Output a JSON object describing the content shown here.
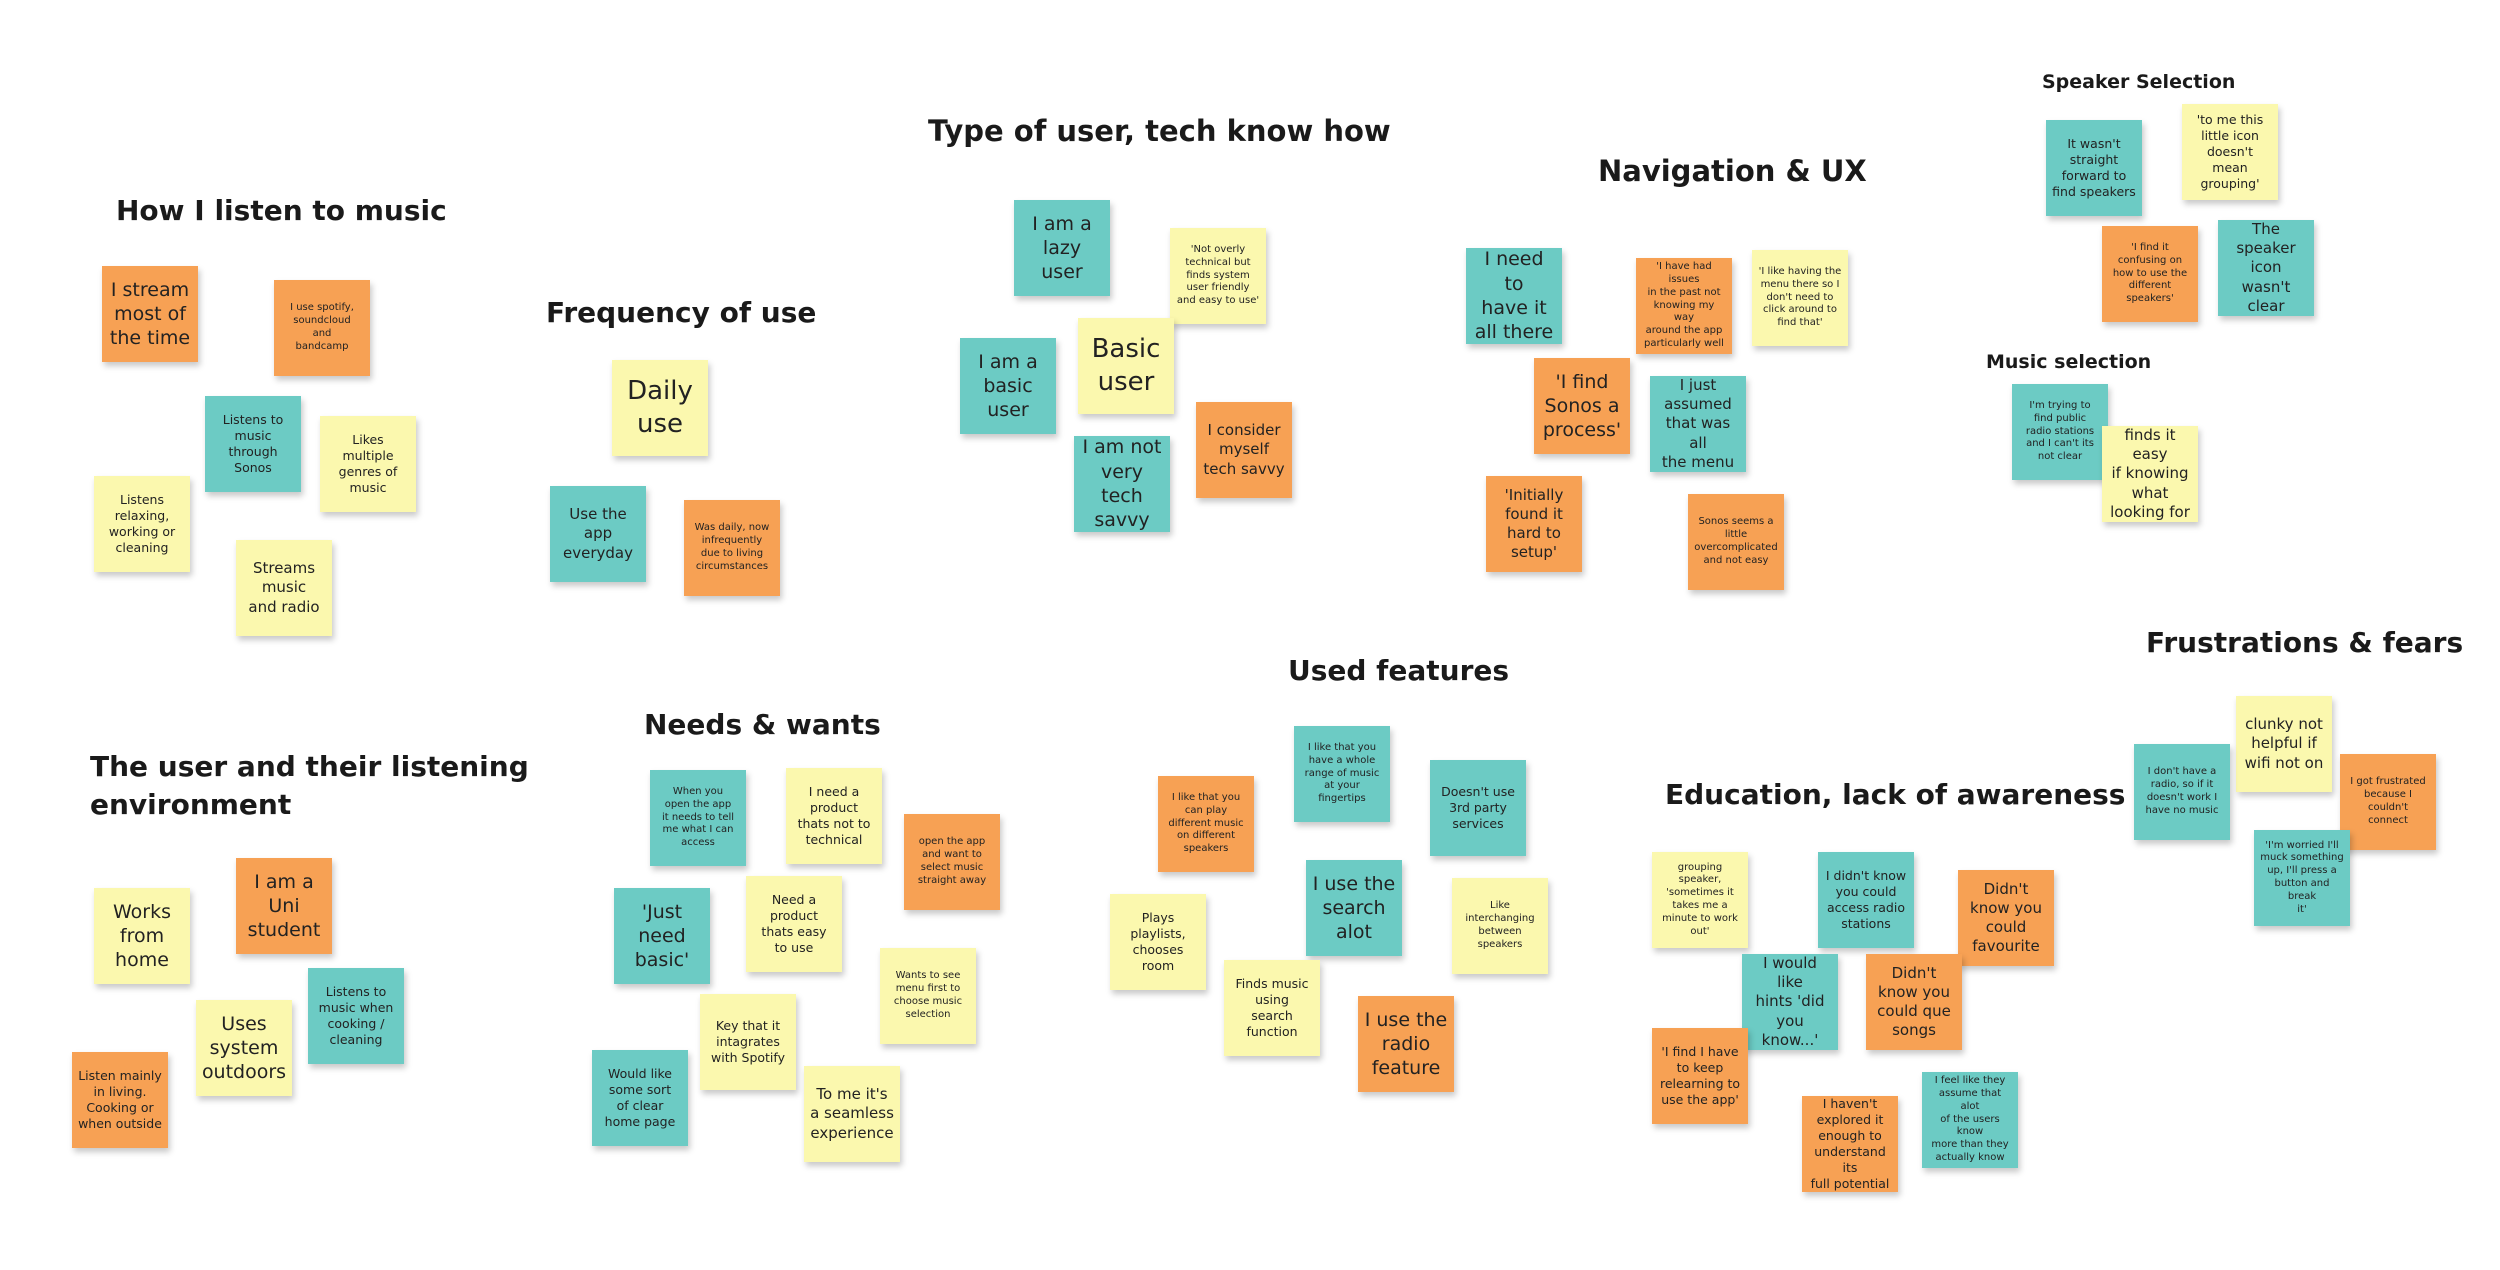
{
  "colors": {
    "orange": "#f7a154",
    "teal": "#6ccbc4",
    "yellow": "#fbf8ae"
  },
  "headings": {
    "how_i_listen": "How I listen to music",
    "frequency": "Frequency of use",
    "type_of_user": "Type of user, tech know how",
    "navigation": "Navigation & UX",
    "speaker_selection": "Speaker Selection",
    "music_selection": "Music selection",
    "user_environment": "The user and their listening\nenvironment",
    "needs_wants": "Needs & wants",
    "used_features": "Used features",
    "education": "Education, lack of awareness",
    "frustrations": "Frustrations & fears"
  },
  "notes": {
    "listen_1": "I stream\nmost of\nthe time",
    "listen_2": "I use spotify,\nsoundcloud\nand\nbandcamp",
    "listen_3": "Listens to\nmusic\nthrough\nSonos",
    "listen_4": "Likes\nmultiple\ngenres of\nmusic",
    "listen_5": "Listens\nrelaxing,\nworking or\ncleaning",
    "listen_6": "Streams\nmusic\nand radio",
    "freq_1": "Daily\nuse",
    "freq_2": "Use the\napp\neveryday",
    "freq_3": "Was daily, now\ninfrequently\ndue to living\ncircumstances",
    "type_1": "I am a\nlazy\nuser",
    "type_2": "'Not overly\ntechnical but\nfinds system\nuser friendly\nand easy to use'",
    "type_3": "I am a\nbasic\nuser",
    "type_4": "Basic\nuser",
    "type_5": "I am not\nvery tech\nsavvy",
    "type_6": "I consider\nmyself\ntech savvy",
    "nav_1": "I need to\nhave it\nall there",
    "nav_2": "'I have had issues\nin the past not\nknowing my way\naround the app\nparticularly well",
    "nav_3": "'I like having the\nmenu there so I\ndon't need to\nclick around to\nfind that'",
    "nav_4": "'I find\nSonos a\nprocess'",
    "nav_5": "I just\nassumed\nthat was all\nthe menu",
    "nav_6": "'Initially\nfound it\nhard to\nsetup'",
    "nav_7": "Sonos seems a\nlittle\novercomplicated\nand not easy",
    "speaker_1": "It wasn't\nstraight\nforward to\nfind speakers",
    "speaker_2": "'to me this\nlittle icon\ndoesn't mean\ngrouping'",
    "speaker_3": "'I find it\nconfusing on\nhow to use the\ndifferent\nspeakers'",
    "speaker_4": "The\nspeaker\nicon wasn't\nclear",
    "music_1": "I'm trying to\nfind public\nradio stations\nand I can't its\nnot clear",
    "music_2": "finds it easy\nif knowing\nwhat\nlooking for",
    "env_1": "Works\nfrom\nhome",
    "env_2": "I am a\nUni\nstudent",
    "env_3": "Uses\nsystem\noutdoors",
    "env_4": "Listens to\nmusic when\ncooking /\ncleaning",
    "env_5": "Listen mainly\nin living.\nCooking or\nwhen outside",
    "needs_1": "When you\nopen the app\nit needs to tell\nme what I can\naccess",
    "needs_2": "I need a\nproduct\nthats not to\ntechnical",
    "needs_3": "open the app\nand want to\nselect music\nstraight away",
    "needs_4": "'Just\nneed\nbasic'",
    "needs_5": "Need a\nproduct\nthats easy\nto use",
    "needs_6": "Wants to see\nmenu first to\nchoose music\nselection",
    "needs_7": "Key that it\nintagrates\nwith Spotify",
    "needs_8": "Would like\nsome sort\nof clear\nhome page",
    "needs_9": "To me it's\na seamless\nexperience",
    "feat_1": "I like that you\nhave a whole\nrange of music\nat your\nfingertips",
    "feat_2": "I  like that you\ncan play\ndifferent music\non different\nspeakers",
    "feat_3": "Doesn't use\n3rd party\nservices",
    "feat_4": "I use the\nsearch\nalot",
    "feat_5": "Plays\nplaylists,\nchooses\nroom",
    "feat_6": "Like\ninterchanging\nbetween\nspeakers",
    "feat_7": "Finds music\nusing\nsearch\nfunction",
    "feat_8": "I use the\nradio\nfeature",
    "edu_1": "grouping speaker,\n'sometimes it\ntakes me a\nminute to work\nout'",
    "edu_2": "I didn't know\nyou could\naccess radio\nstations",
    "edu_3": "Didn't\nknow you\ncould\nfavourite",
    "edu_4": "I would like\nhints 'did\nyou know...'",
    "edu_5": "Didn't\nknow you\ncould que\nsongs",
    "edu_6": "'I find I have\nto keep\nrelearning to\nuse the app'",
    "edu_7": "I feel like they\nassume that alot\nof the users know\nmore than they\nactually know",
    "edu_8": "I haven't\nexplored it\nenough to\nunderstand its\nfull potential",
    "frus_1": "clunky not\nhelpful if\nwifi not on",
    "frus_2": "I don't have a\nradio, so if it\ndoesn't work I\nhave no music",
    "frus_3": "I got frustrated\nbecause I\ncouldn't\nconnect",
    "frus_4": "'I'm worried I'll\nmuck something\nup, I'll press a\nbutton and break\nit'"
  }
}
